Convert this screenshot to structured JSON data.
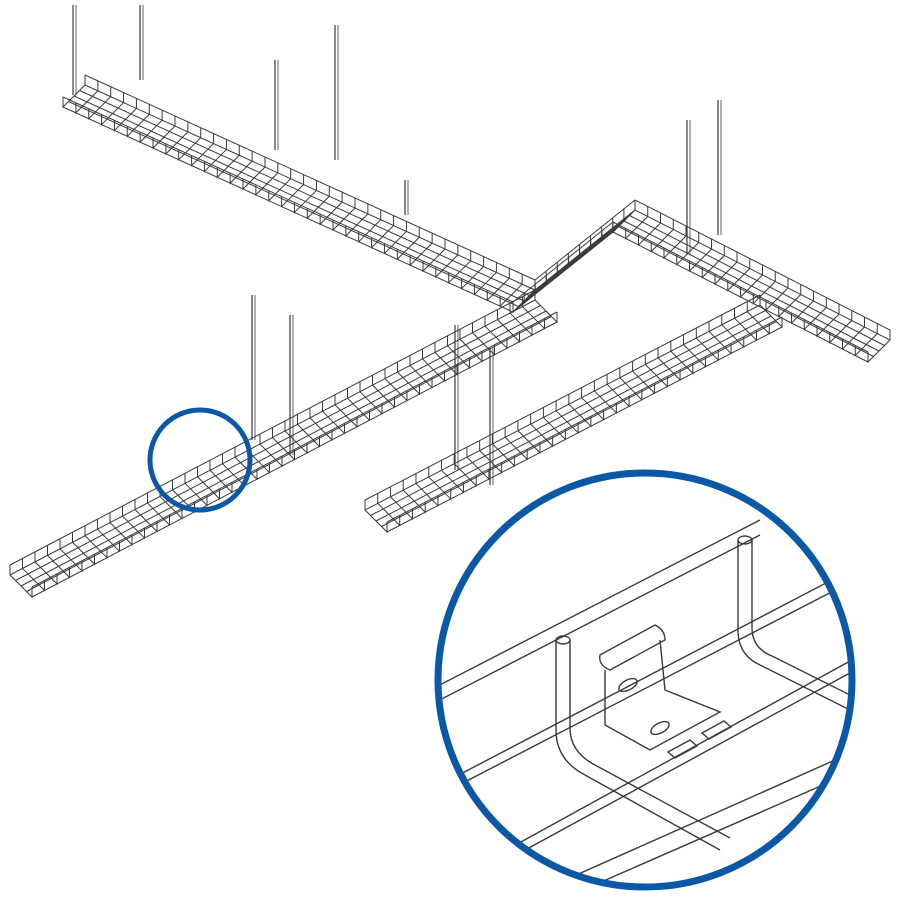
{
  "diagram": {
    "subject": "wire-mesh-cable-tray-system",
    "colors": {
      "line": "#3a3a3a",
      "detail_circle": "#0b58a6",
      "background": "#ffffff"
    },
    "callout": {
      "icon": "magnifier-detail-callout",
      "detail": "tray-splice-coupler-detail"
    }
  }
}
